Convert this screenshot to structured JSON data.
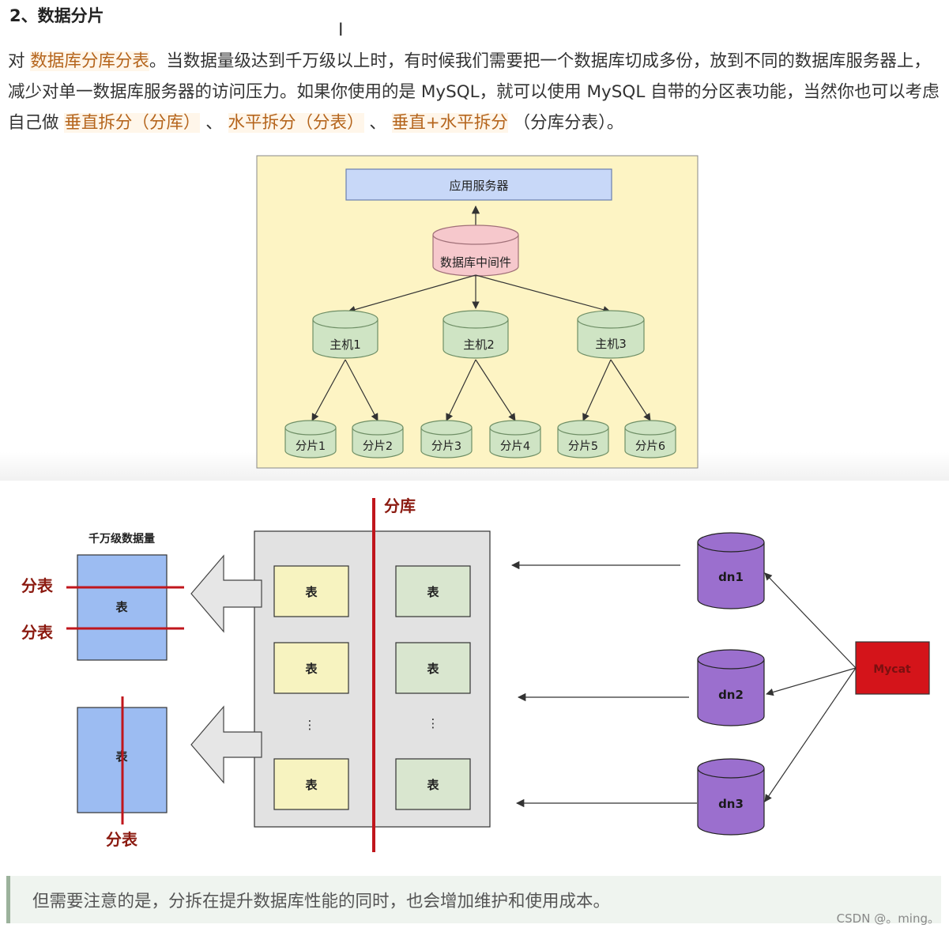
{
  "heading": "2、数据分片",
  "paragraph": {
    "t1": "对 ",
    "h1": "数据库分库分表",
    "t2": "。当数据量级达到千万级以上时，有时候我们需要把一个数据库切成多份，放到不同的数据库服务器上，减少对单一数据库服务器的访问压力。如果你使用的是 MySQL，就可以使用 MySQL 自带的分区表功能，当然你也可以考虑自己做 ",
    "h2": "垂直拆分（分库）",
    "t3": " 、 ",
    "h3": "水平拆分（分表）",
    "t4": " 、 ",
    "h4": "垂直+水平拆分",
    "t5": " （分库分表）。"
  },
  "cursor": "I",
  "diagram1": {
    "app_server": "应用服务器",
    "middleware": "数据库中间件",
    "hosts": [
      "主机1",
      "主机2",
      "主机3"
    ],
    "shards": [
      "分片1",
      "分片2",
      "分片3",
      "分片4",
      "分片5",
      "分片6"
    ]
  },
  "diagram2": {
    "fenku": "分库",
    "data_volume": "千万级数据量",
    "fenbiao": "分表",
    "table": "表",
    "ellipsis": "⋮",
    "dn": [
      "dn1",
      "dn2",
      "dn3"
    ],
    "mycat": "Mycat"
  },
  "note": "但需要注意的是，分拆在提升数据库性能的同时，也会增加维护和使用成本。",
  "watermark": "CSDN @。ming。",
  "colors": {
    "highlight_text": "#b5651d",
    "diagram_bg": "#fdf4c4",
    "app_server": "#c8d8f8",
    "middleware": "#f6c8cc",
    "host": "#cfe4c4",
    "red_line": "#c0161c",
    "purple_db": "#9b6fce",
    "mycat": "#d4141a"
  }
}
